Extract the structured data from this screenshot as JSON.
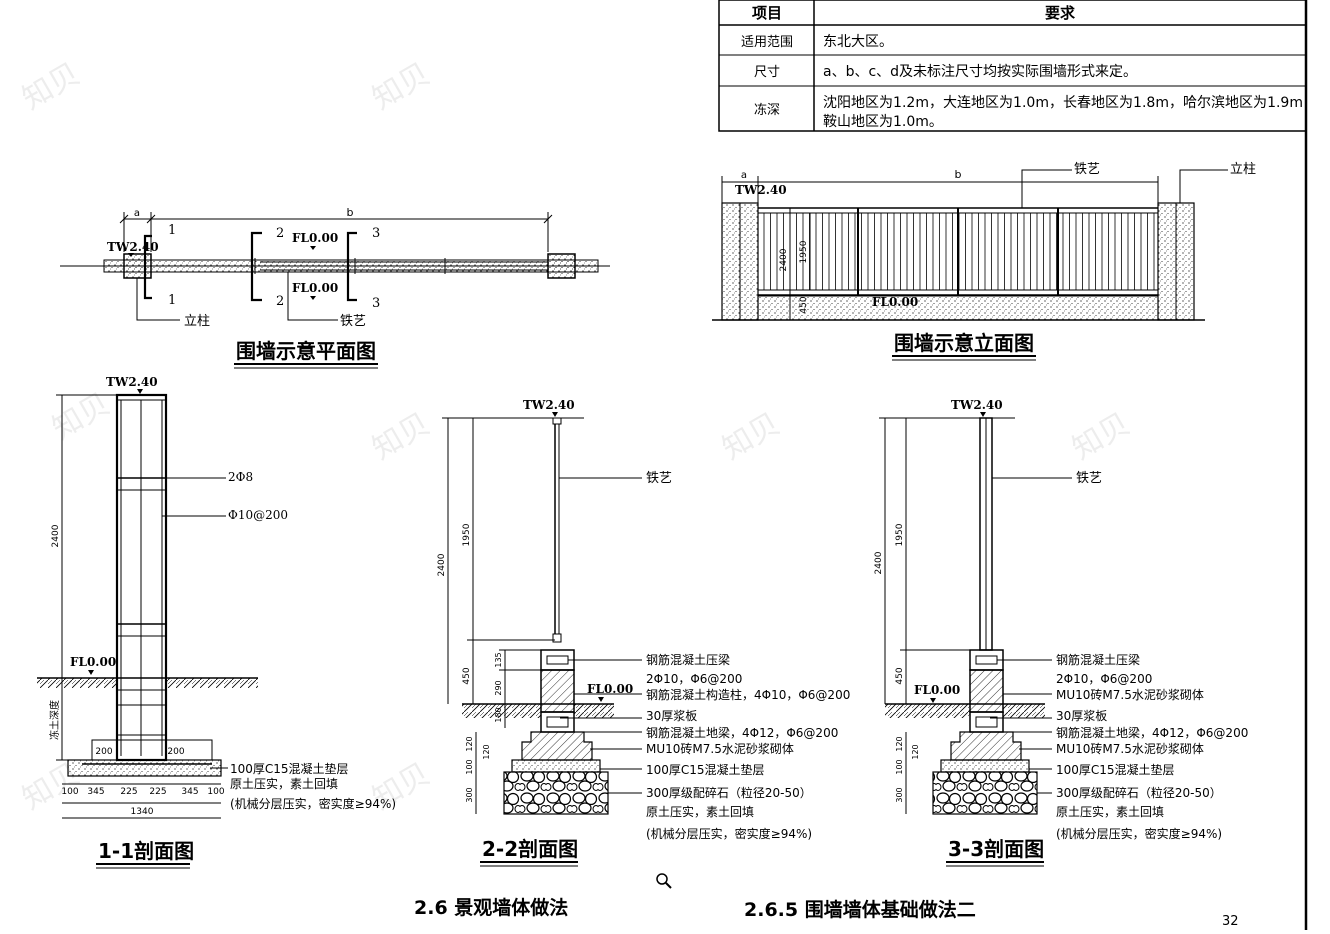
{
  "table": {
    "header": {
      "item": "项目",
      "req": "要求"
    },
    "rows": [
      {
        "item": "适用范围",
        "lines": [
          "东北大区。"
        ]
      },
      {
        "item": "尺寸",
        "lines": [
          "a、b、c、d及未标注尺寸均按实际围墙形式来定。"
        ]
      },
      {
        "item": "冻深",
        "lines": [
          "沈阳地区为1.2m，大连地区为1.0m，长春地区为1.8m，哈尔滨地区为1.9m",
          "鞍山地区为1.0m。"
        ]
      }
    ]
  },
  "plan": {
    "title": "围墙示意平面图",
    "dims": {
      "a": "a",
      "b": "b"
    },
    "level_top": "TW2.40",
    "level_floor_1": "FL0.00",
    "level_floor_2": "FL0.00",
    "cuts": [
      "1",
      "1",
      "2",
      "2",
      "3",
      "3"
    ],
    "label_post": "立柱",
    "label_iron": "铁艺"
  },
  "elevation": {
    "title": "围墙示意立面图",
    "dims": {
      "a": "a",
      "b": "b",
      "h_total": "2400",
      "h_iron": "1950",
      "h_base": "450"
    },
    "level_top": "TW2.40",
    "level_floor": "FL0.00",
    "label_iron": "铁艺",
    "label_post": "立柱"
  },
  "section1": {
    "title": "1-1剖面图",
    "level_top": "TW2.40",
    "level_floor": "FL0.00",
    "h_total": "2400",
    "frost": "冻土深度",
    "rebar1": "2Φ8",
    "rebar2": "Φ10@200",
    "widths": [
      "200",
      "200"
    ],
    "bottom_dims": [
      "100",
      "345",
      "225",
      "225",
      "345",
      "100"
    ],
    "total_width": "1340",
    "notes": [
      "100厚C15混凝土垫层",
      "原土压实，素土回填",
      "(机械分层压实，密实度≥94%)"
    ]
  },
  "section2": {
    "title": "2-2剖面图",
    "level_top": "TW2.40",
    "level_floor": "FL0.00",
    "dims": {
      "h_total": "2400",
      "h_iron": "1950",
      "h_base": "450",
      "d1": "135",
      "d2": "290",
      "d3": "180",
      "d4": "120",
      "d5": "120",
      "d6": "100",
      "d7": "300"
    },
    "label_iron": "铁艺",
    "notes": [
      "钢筋混凝土压梁",
      "2Φ10，Φ6@200",
      "钢筋混凝土构造柱，4Φ10，Φ6@200",
      "30厚浆板",
      "钢筋混凝土地梁，4Φ12，Φ6@200",
      "MU10砖M7.5水泥砂浆砌体",
      "100厚C15混凝土垫层",
      "300厚级配碎石（粒径20-50）",
      "原土压实，素土回填",
      "(机械分层压实，密实度≥94%)"
    ]
  },
  "section3": {
    "title": "3-3剖面图",
    "level_top": "TW2.40",
    "level_floor": "FL0.00",
    "dims": {
      "h_total": "2400",
      "h_iron": "1950",
      "h_base": "450",
      "d1": "120",
      "d2": "120",
      "d3": "100",
      "d4": "300"
    },
    "label_iron": "铁艺",
    "notes": [
      "钢筋混凝土压梁",
      "2Φ10，Φ6@200",
      "MU10砖M7.5水泥砂浆砌体",
      "30厚浆板",
      "钢筋混凝土地梁，4Φ12，Φ6@200",
      "MU10砖M7.5水泥砂浆砌体",
      "100厚C15混凝土垫层",
      "300厚级配碎石（粒径20-50）",
      "原土压实，素土回填",
      "(机械分层压实，密实度≥94%)"
    ]
  },
  "footer": {
    "title_left": "2.6 景观墙体做法",
    "title_right": "2.6.5 围墙墙体基础做法二",
    "page": "32"
  },
  "watermark": "知贝"
}
